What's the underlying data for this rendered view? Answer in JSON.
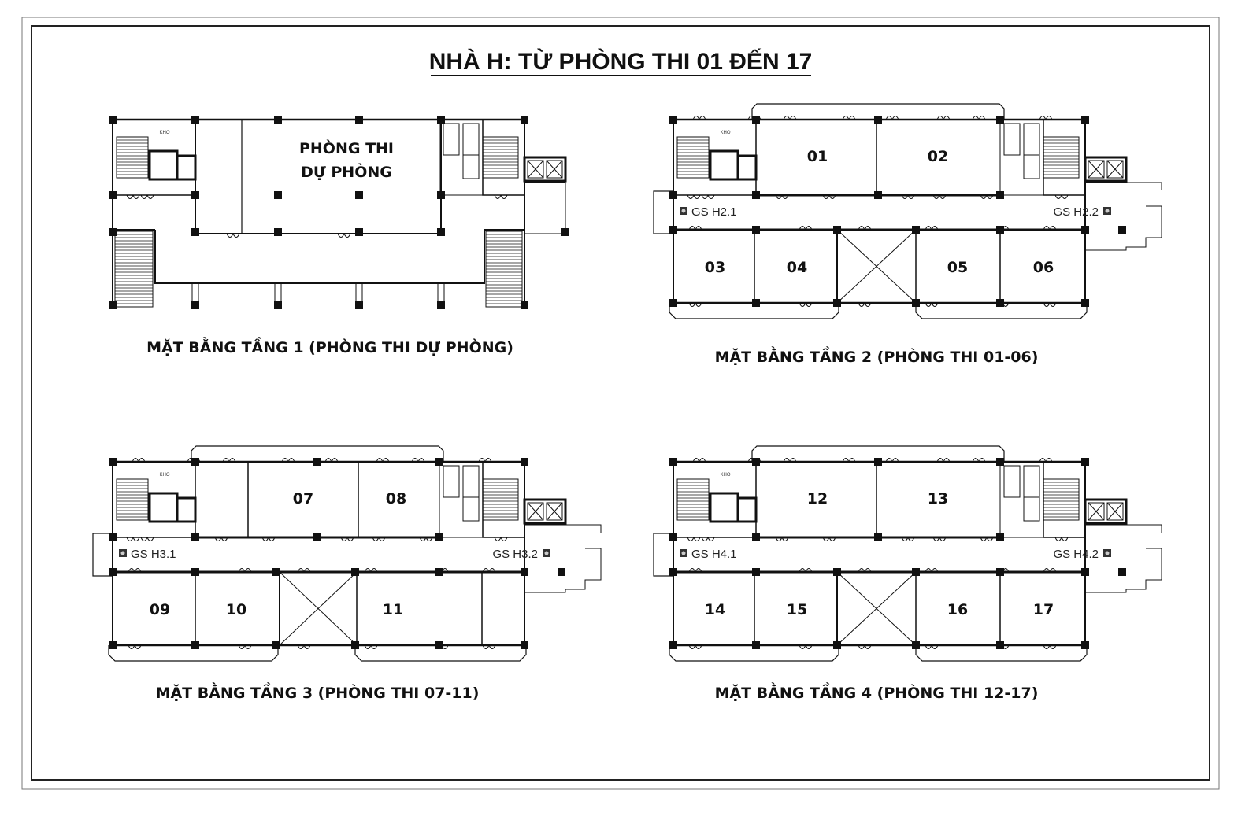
{
  "title": "NHÀ H: TỪ PHÒNG THI 01 ĐẾN 17",
  "floors": [
    {
      "caption": "MẶT BẰNG TẦNG 1 (PHÒNG THI DỰ PHÒNG)",
      "room_lines": [
        "PHÒNG THI",
        "DỰ PHÒNG"
      ],
      "store_label": "KHO"
    },
    {
      "caption": "MẶT BẰNG TẦNG 2 (PHÒNG THI 01-06)",
      "rooms": [
        "01",
        "02",
        "03",
        "04",
        "05",
        "06"
      ],
      "supervisors": [
        "GS H2.1",
        "GS H2.2"
      ],
      "store_label": "KHO"
    },
    {
      "caption": "MẶT BẰNG TẦNG 3 (PHÒNG THI 07-11)",
      "rooms": [
        "07",
        "08",
        "09",
        "10",
        "11"
      ],
      "supervisors": [
        "GS H3.1",
        "GS H3.2"
      ],
      "store_label": "KHO"
    },
    {
      "caption": "MẶT BẰNG TẦNG 4 (PHÒNG THI 12-17)",
      "rooms": [
        "12",
        "13",
        "14",
        "15",
        "16",
        "17"
      ],
      "supervisors": [
        "GS H4.1",
        "GS H4.2"
      ],
      "store_label": "KHO"
    }
  ],
  "colors": {
    "ink": "#111111",
    "paper": "#ffffff"
  }
}
